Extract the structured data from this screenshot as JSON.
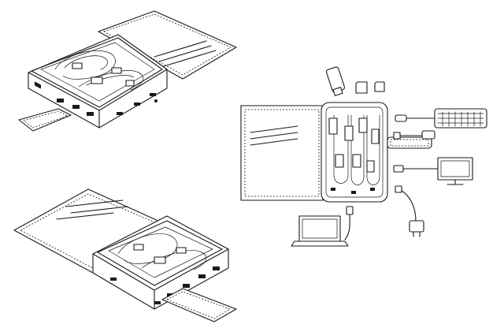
{
  "figure": {
    "views": [
      "isometric-closed-top",
      "isometric-open-bottom",
      "plan-view-with-peripherals"
    ],
    "peripherals": [
      "usb-flash-drive-icon",
      "sd-card-icon",
      "micro-sd-card-icon",
      "keyboard-icon",
      "usb-dongle-icon",
      "monitor-icon",
      "power-adapter-icon",
      "laptop-icon"
    ],
    "line_color": "#1a1a1a",
    "background": "#ffffff"
  }
}
